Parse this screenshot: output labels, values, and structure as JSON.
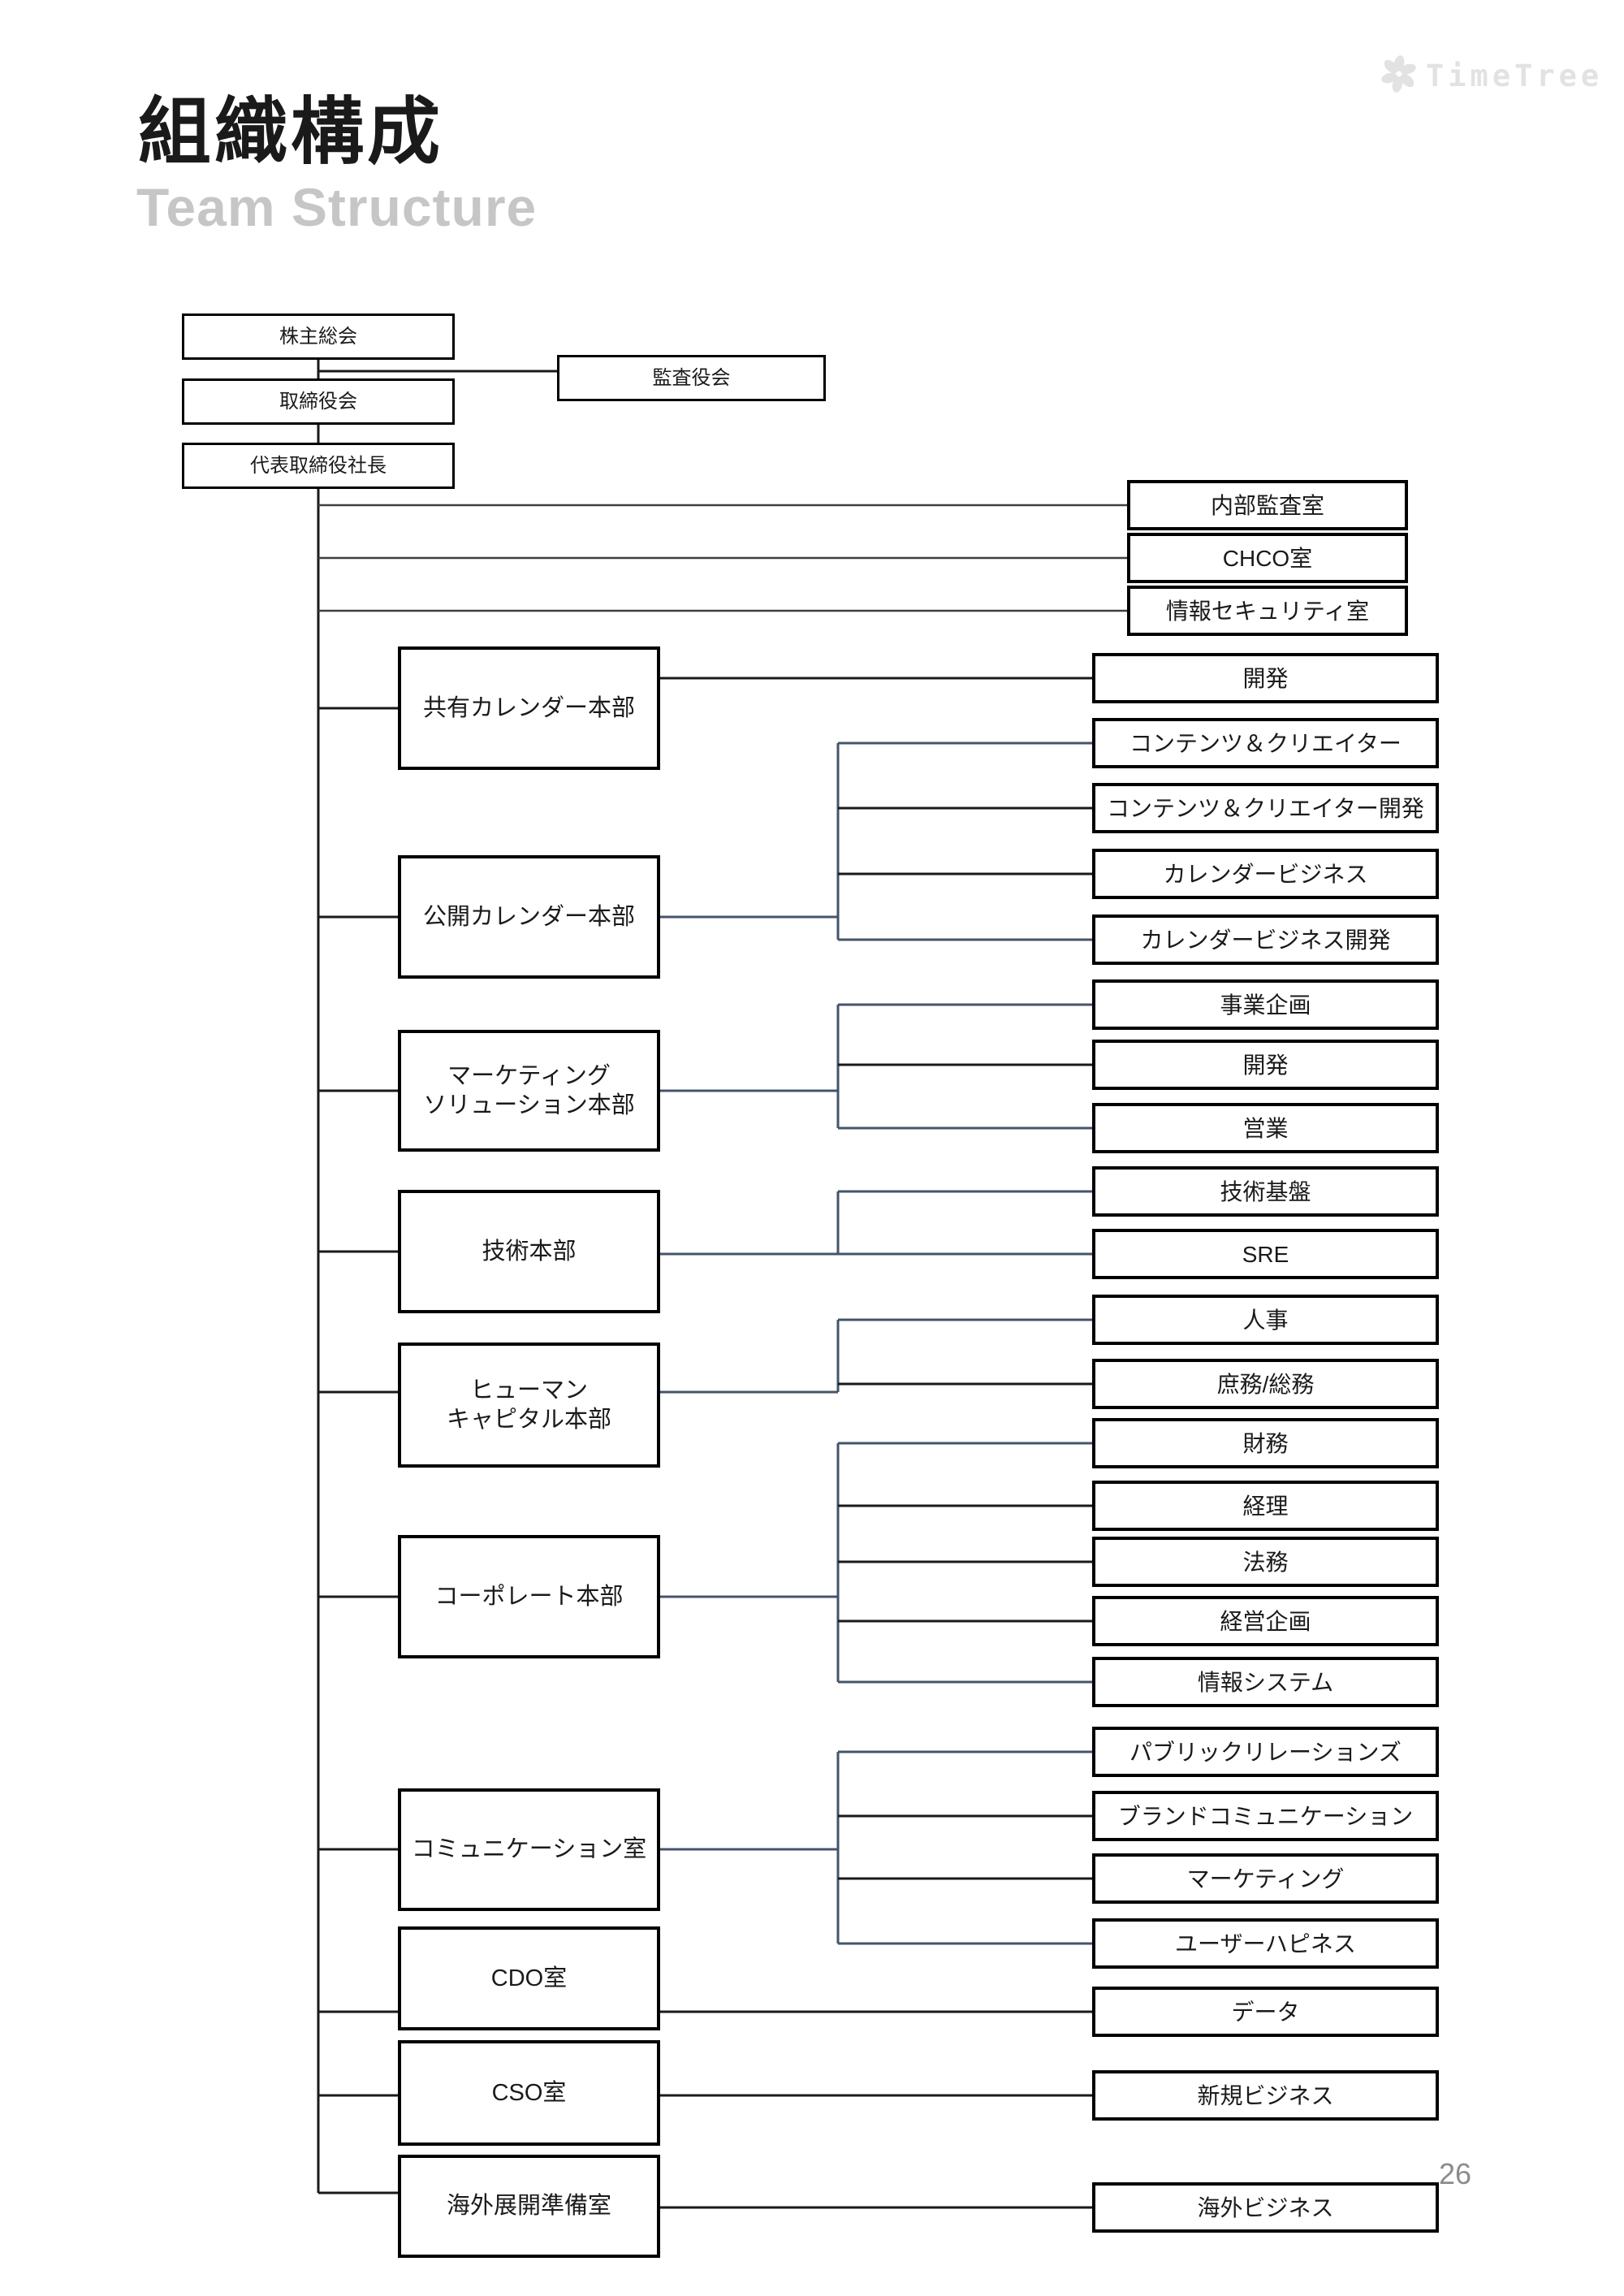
{
  "title": "組織構成",
  "subtitle": "Team Structure",
  "logo": {
    "text": "TimeTree"
  },
  "page_number": "26",
  "org": {
    "shareholders": "株主総会",
    "audit_board": "監査役会",
    "board": "取締役会",
    "president": "代表取締役社長",
    "president_offices": [
      "内部監査室",
      "CHCO室",
      "情報セキュリティ室"
    ],
    "departments": [
      {
        "name": "共有カレンダー本部",
        "children": [
          "開発"
        ]
      },
      {
        "name": "公開カレンダー本部",
        "children": [
          "コンテンツ＆クリエイター",
          "コンテンツ＆クリエイター開発",
          "カレンダービジネス",
          "カレンダービジネス開発"
        ]
      },
      {
        "name": "マーケティング\nソリューション本部",
        "children": [
          "事業企画",
          "開発",
          "営業"
        ]
      },
      {
        "name": "技術本部",
        "children": [
          "技術基盤",
          "SRE"
        ]
      },
      {
        "name": "ヒューマン\nキャピタル本部",
        "children": [
          "人事",
          "庶務/総務"
        ]
      },
      {
        "name": "コーポレート本部",
        "children": [
          "財務",
          "経理",
          "法務",
          "経営企画",
          "情報システム"
        ]
      },
      {
        "name": "コミュニケーション室",
        "children": [
          "パブリックリレーションズ",
          "ブランドコミュニケーション",
          "マーケティング",
          "ユーザーハピネス"
        ]
      },
      {
        "name": "CDO室",
        "children": [
          "データ"
        ]
      },
      {
        "name": "CSO室",
        "children": [
          "新規ビジネス"
        ]
      },
      {
        "name": "海外展開準備室",
        "children": [
          "海外ビジネス"
        ]
      }
    ]
  }
}
